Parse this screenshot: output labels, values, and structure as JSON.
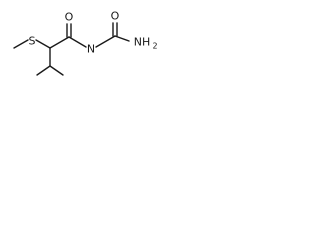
{
  "molecule": {
    "atoms": {
      "sulfur": "S",
      "amide_oxygen": "O",
      "amide_nitrogen": "N",
      "urea_oxygen": "O",
      "amine_group": "NH",
      "amine_subscript": "2"
    },
    "bonds": [
      {
        "from": "methyl-s",
        "to": "sulfur",
        "order": 1
      },
      {
        "from": "sulfur",
        "to": "c-alpha",
        "order": 1
      },
      {
        "from": "c-alpha",
        "to": "c-carbonyl",
        "order": 1
      },
      {
        "from": "c-carbonyl",
        "to": "amide_oxygen",
        "order": 2
      },
      {
        "from": "c-carbonyl",
        "to": "amide_nitrogen",
        "order": 1
      },
      {
        "from": "amide_nitrogen",
        "to": "c-urea",
        "order": 1
      },
      {
        "from": "c-urea",
        "to": "urea_oxygen",
        "order": 2
      },
      {
        "from": "c-urea",
        "to": "amine_group",
        "order": 1
      },
      {
        "from": "c-alpha",
        "to": "c-isopropyl",
        "order": 1
      },
      {
        "from": "c-isopropyl",
        "to": "methyl-a",
        "order": 1
      },
      {
        "from": "c-isopropyl",
        "to": "methyl-b",
        "order": 1
      }
    ]
  }
}
